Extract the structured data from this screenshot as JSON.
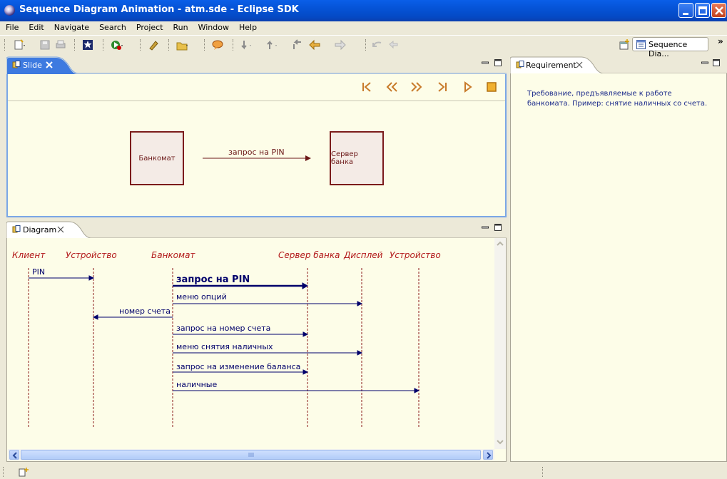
{
  "window": {
    "title": "Sequence Diagram Animation - atm.sde - Eclipse SDK"
  },
  "menu": [
    "File",
    "Edit",
    "Navigate",
    "Search",
    "Project",
    "Run",
    "Window",
    "Help"
  ],
  "perspective": {
    "label": "Sequence Dia..."
  },
  "chevron": "»",
  "slide_view": {
    "tab_label": "Slide",
    "left_box": "Банкомат",
    "right_box": "Сервер банка",
    "arrow_label": "запрос на PIN"
  },
  "requirement_view": {
    "tab_label": "Requirement",
    "text_line1": "Требование, предъявляемые к работе",
    "text_line2": "банкомата. Пример: снятие наличных со счета."
  },
  "diagram_view": {
    "tab_label": "Diagram",
    "lifelines": [
      "Клиент",
      "Устройство",
      "Банкомат",
      "Сервер банка",
      "Дисплей",
      "Устройство"
    ],
    "messages": [
      "PIN",
      "запрос на PIN",
      "меню опций",
      "номер счета",
      "запрос на номер счета",
      "меню снятия наличных",
      "запрос на изменение баланса",
      "наличные"
    ]
  },
  "colors": {
    "title_bar": "#0553d6",
    "lifeline": "#8b1a1a",
    "message": "#00006b",
    "active_border": "#7aa6e6"
  }
}
